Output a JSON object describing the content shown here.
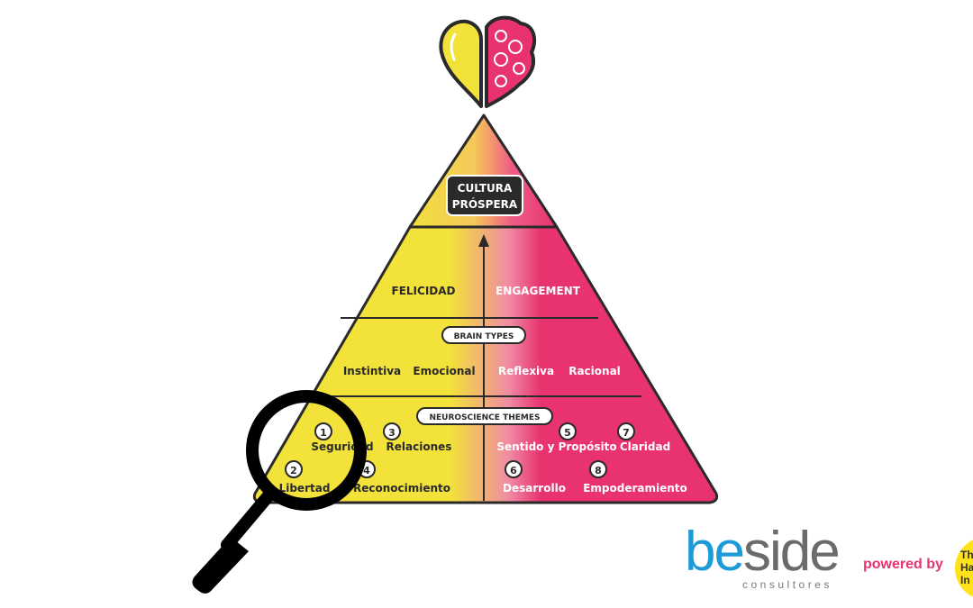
{
  "diagram": {
    "apex_label_line1": "CULTURA",
    "apex_label_line2": "PRÓSPERA",
    "row1": {
      "left": "FELICIDAD",
      "right": "ENGAGEMENT"
    },
    "brain_types_badge": "BRAIN TYPES",
    "brain_types": [
      "Instintiva",
      "Emocional",
      "Reflexiva",
      "Racional"
    ],
    "neuro_badge": "NEUROSCIENCE THEMES",
    "themes": [
      {
        "num": "1",
        "label": "Seguridad"
      },
      {
        "num": "2",
        "label": "Libertad"
      },
      {
        "num": "3",
        "label": "Relaciones"
      },
      {
        "num": "4",
        "label": "Reconocimiento"
      },
      {
        "num": "5",
        "label": "Sentido y Propósito"
      },
      {
        "num": "6",
        "label": "Desarrollo"
      },
      {
        "num": "7",
        "label": "Claridad"
      },
      {
        "num": "8",
        "label": "Empoderamiento"
      }
    ]
  },
  "branding": {
    "logo_be": "be",
    "logo_side": "side",
    "logo_sub": "consultores",
    "powered_by": "powered by",
    "badge_text": "The Happy Index"
  },
  "colors": {
    "yellow": "#f2e23a",
    "pink": "#e8336f",
    "outline": "#2a2a2a",
    "magnifier": "#000000",
    "beside_blue": "#1e9bd7",
    "powered_pink": "#e8336f",
    "badge_yellow": "#ffe21a"
  },
  "icons": {
    "top": "heart-brain-icon",
    "magnifier": "magnifying-glass-icon"
  }
}
